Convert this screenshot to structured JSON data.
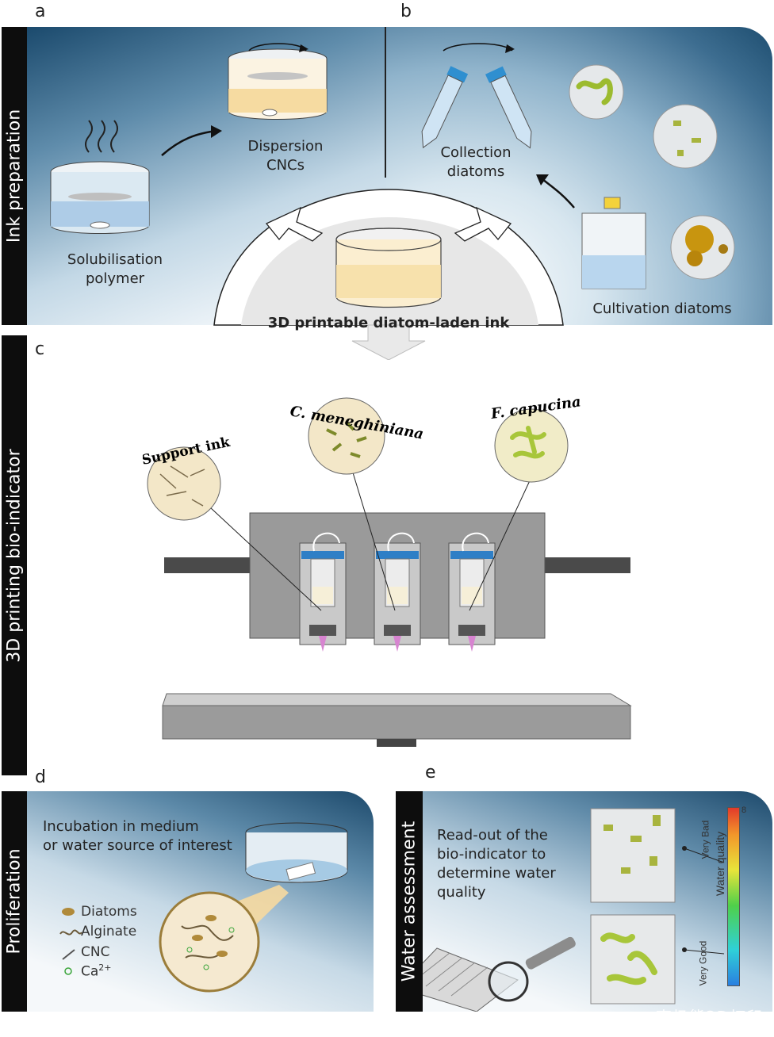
{
  "panels": {
    "a": {
      "letter": "a"
    },
    "b": {
      "letter": "b"
    },
    "c": {
      "letter": "c"
    },
    "d": {
      "letter": "d"
    },
    "e": {
      "letter": "e"
    }
  },
  "sidebars": {
    "ink": "Ink preparation",
    "printing": "3D printing bio-indicator",
    "proliferation": "Proliferation",
    "water": "Water assessment"
  },
  "ink_prep": {
    "solubilisation": [
      "Solubilisation",
      "polymer"
    ],
    "dispersion": [
      "Dispersion",
      "CNCs"
    ],
    "collection": [
      "Collection",
      "diatoms"
    ],
    "cultivation": "Cultivation diatoms",
    "ink_label": "3D printable diatom-laden ink"
  },
  "printing": {
    "support_ink": "Support ink",
    "c_meneghiniana": "C. meneghiniana",
    "f_capucina": "F. capucina"
  },
  "proliferation": {
    "incubation": [
      "Incubation in medium",
      "or water source of interest"
    ],
    "legend": [
      {
        "label": "Diatoms",
        "icon": "diatom-icon"
      },
      {
        "label": "Alginate",
        "icon": "alginate-icon"
      },
      {
        "label": "CNC",
        "icon": "cnc-icon"
      },
      {
        "label": "Ca",
        "sup": "2+",
        "icon": "calcium-icon"
      }
    ]
  },
  "water": {
    "readout": [
      "Read-out of the",
      "bio-indicator to",
      "determine water",
      "quality"
    ],
    "scale_top": "Very Bad",
    "scale_bottom": "Very Good",
    "scale_axis": "Water quality",
    "scale_max": "8",
    "scale_colors": [
      "#2a7fe0",
      "#2fd0d8",
      "#4fd04a",
      "#e8e43a",
      "#f2962a",
      "#e23a2a"
    ]
  },
  "watermark": "南极熊3D打印"
}
